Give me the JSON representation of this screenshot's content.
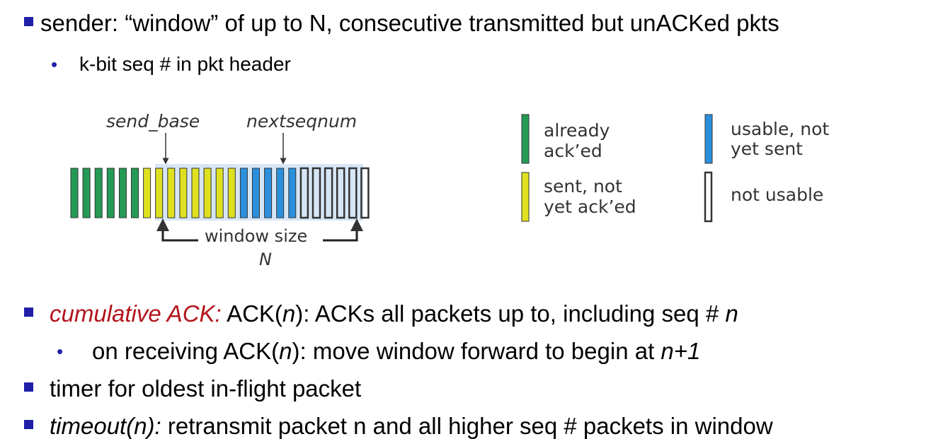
{
  "bullets": {
    "sender": "sender: “window” of up to N, consecutive transmitted but unACKed pkts",
    "kbit": "k-bit seq # in pkt header",
    "cum_label": "cumulative ACK:",
    "cum_a": "ACK(",
    "cum_n": "n",
    "cum_b": "): ACKs all packets up to, including seq # ",
    "cum_n2": "n",
    "recv_a": "on receiving ACK(",
    "recv_n": "n",
    "recv_b": "): move window forward to begin at ",
    "recv_n1": "n+1",
    "timer": "timer for oldest in-flight packet",
    "timeout_label": "timeout(n):",
    "timeout_rest": " retransmit packet n and all higher seq # packets in window"
  },
  "diagram": {
    "send_base": "send_base",
    "nextseqnum": "nextseqnum",
    "window_size": "window size",
    "window_n": "N",
    "counts": {
      "acked": 6,
      "sent_not_acked": 8,
      "usable": 5,
      "not_usable": 6
    },
    "colors": {
      "acked": "#259a55",
      "sent_not_acked": "#dfe01f",
      "usable": "#2b8fdc",
      "window_bg": "#d7e6f6"
    }
  },
  "legend": {
    "already_acked_1": "already",
    "already_acked_2": "ack’ed",
    "usable_1": "usable, not",
    "usable_2": "yet sent",
    "sent_1": "sent, not",
    "sent_2": "yet ack’ed",
    "not_usable": "not usable"
  }
}
